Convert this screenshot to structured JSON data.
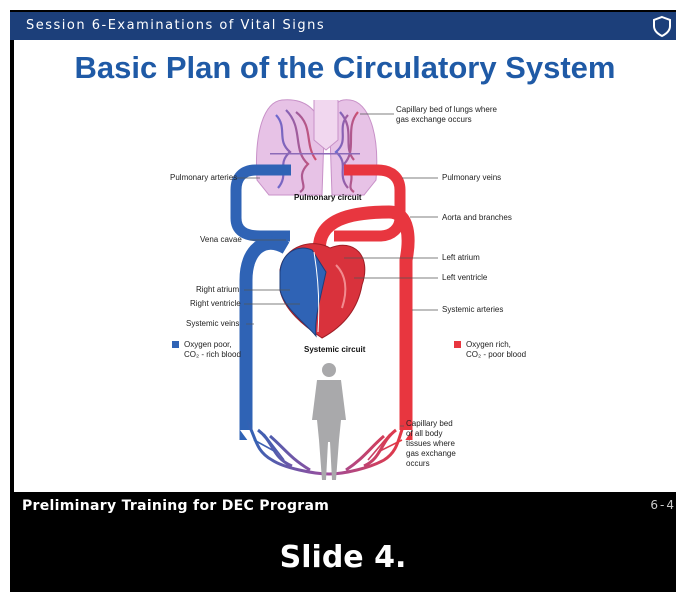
{
  "header": {
    "session_title": "Session 6-Examinations of Vital Signs"
  },
  "slide": {
    "title": "Basic Plan of the Circulatory System"
  },
  "diagram": {
    "labels": {
      "capillary_lungs_line1": "Capillary bed of lungs where",
      "capillary_lungs_line2": "gas exchange occurs",
      "pulmonary_arteries": "Pulmonary arteries",
      "pulmonary_veins": "Pulmonary veins",
      "pulmonary_circuit": "Pulmonary circuit",
      "aorta": "Aorta and branches",
      "vena_cavae": "Vena cavae",
      "left_atrium": "Left atrium",
      "left_ventricle": "Left ventricle",
      "right_atrium": "Right atrium",
      "right_ventricle": "Right ventricle",
      "systemic_arteries": "Systemic arteries",
      "systemic_veins": "Systemic veins",
      "systemic_circuit": "Systemic circuit",
      "capillary_body_line1": "Capillary bed",
      "capillary_body_line2": "of all body",
      "capillary_body_line3": "tissues where",
      "capillary_body_line4": "gas exchange",
      "capillary_body_line5": "occurs"
    },
    "legend": {
      "poor_line1": "Oxygen poor,",
      "poor_line2": "CO₂ - rich blood",
      "rich_line1": "Oxygen rich,",
      "rich_line2": "CO₂ - poor blood"
    },
    "colors": {
      "oxygen_poor": "#2f63b5",
      "oxygen_rich": "#e8363f",
      "lungs": "#d9a7d8",
      "heart": "#d9323c"
    }
  },
  "footer": {
    "program": "Preliminary Training for DEC Program",
    "page_number": "6-4"
  },
  "caption": "Slide 4."
}
